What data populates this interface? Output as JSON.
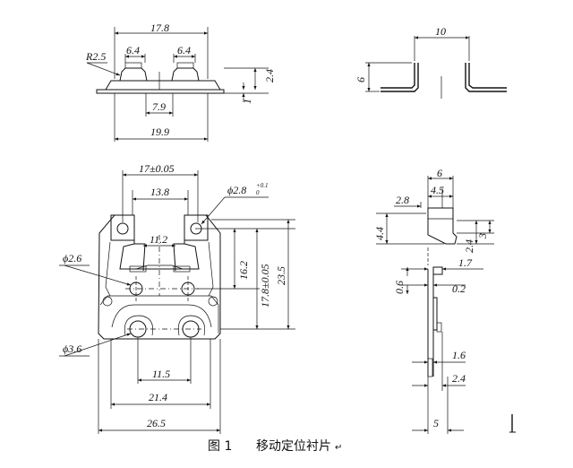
{
  "figure": {
    "caption_label": "图 1",
    "caption_title": "移动定位衬片",
    "caption_mark": "↵"
  },
  "top_view": {
    "dim_total_width": "17.8",
    "dim_left_contact": "6.4",
    "dim_right_contact": "6.4",
    "dim_radius": "R2.5",
    "dim_height": "2.4",
    "dim_thickness": "1",
    "dim_gap": "7.9",
    "dim_base": "19.9"
  },
  "top_right_view": {
    "dim_spacing": "10",
    "dim_height": "6"
  },
  "front_view": {
    "dim_tab_span": "17±0.05",
    "dim_inner_span": "13.8",
    "dim_pin_hole": "ϕ2.8",
    "dim_pin_tol_upper": "+0.1",
    "dim_pin_tol_lower": "0",
    "dim_center": "11.2",
    "dim_small_hole": "ϕ2.6",
    "dim_large_hole": "ϕ3.6",
    "dim_h1": "16.2",
    "dim_h2": "17.8±0.05",
    "dim_h3": "23.5",
    "dim_w1": "11.5",
    "dim_w2": "21.4",
    "dim_w3": "26.5"
  },
  "side_view": {
    "dim_top_width": "6",
    "dim_a": "4.5",
    "dim_b": "2.8",
    "dim_c": "4.4",
    "dim_d": "2.4",
    "dim_e": "3",
    "dim_f": "1.7",
    "dim_g": "0.6",
    "dim_h": "0.2",
    "dim_i": "1.6",
    "dim_j": "2.4",
    "dim_k": "5"
  }
}
